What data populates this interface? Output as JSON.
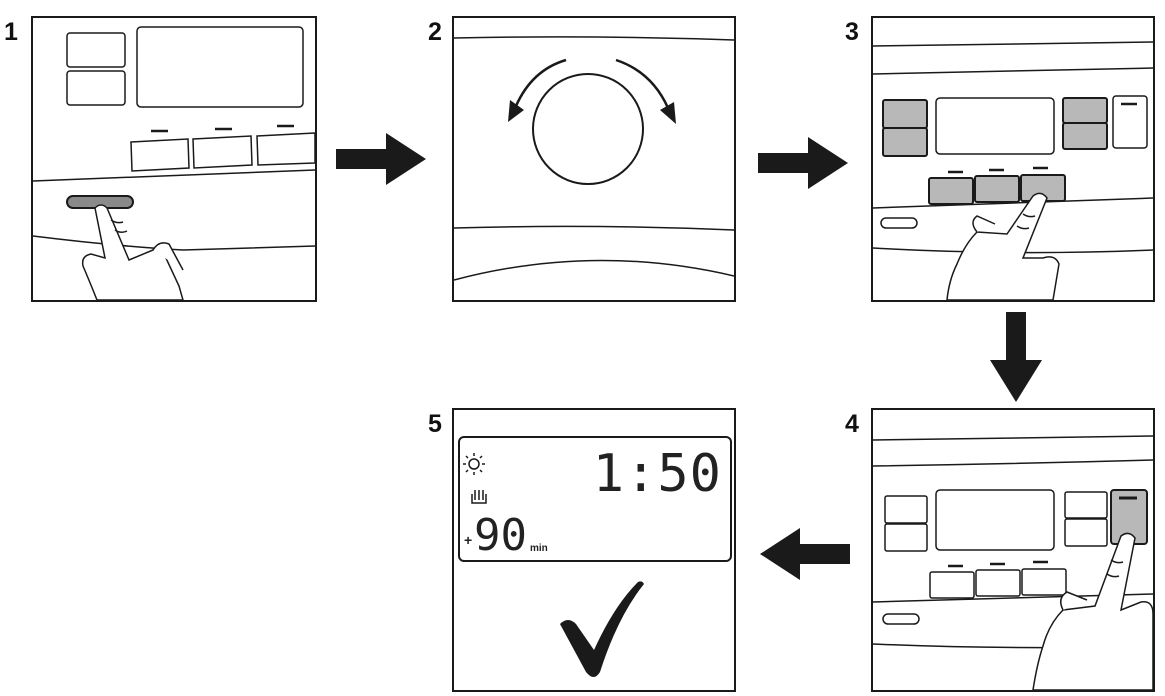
{
  "steps": [
    {
      "number": "1",
      "action": "press-power-button"
    },
    {
      "number": "2",
      "action": "turn-program-knob"
    },
    {
      "number": "3",
      "action": "select-option-buttons"
    },
    {
      "number": "4",
      "action": "press-extra-button"
    },
    {
      "number": "5",
      "action": "confirm"
    }
  ],
  "display": {
    "time": "1:50",
    "extra_time": "90",
    "extra_prefix": "+",
    "extra_unit": "min"
  },
  "colors": {
    "line": "#1a1a1a",
    "highlight_button": "#b8b8b8"
  },
  "icons": [
    "sun-icon",
    "steam-icon",
    "checkmark-icon",
    "finger-hand-icon",
    "rotate-arrows-icon",
    "arrow-right-icon",
    "arrow-down-icon",
    "arrow-left-icon"
  ]
}
